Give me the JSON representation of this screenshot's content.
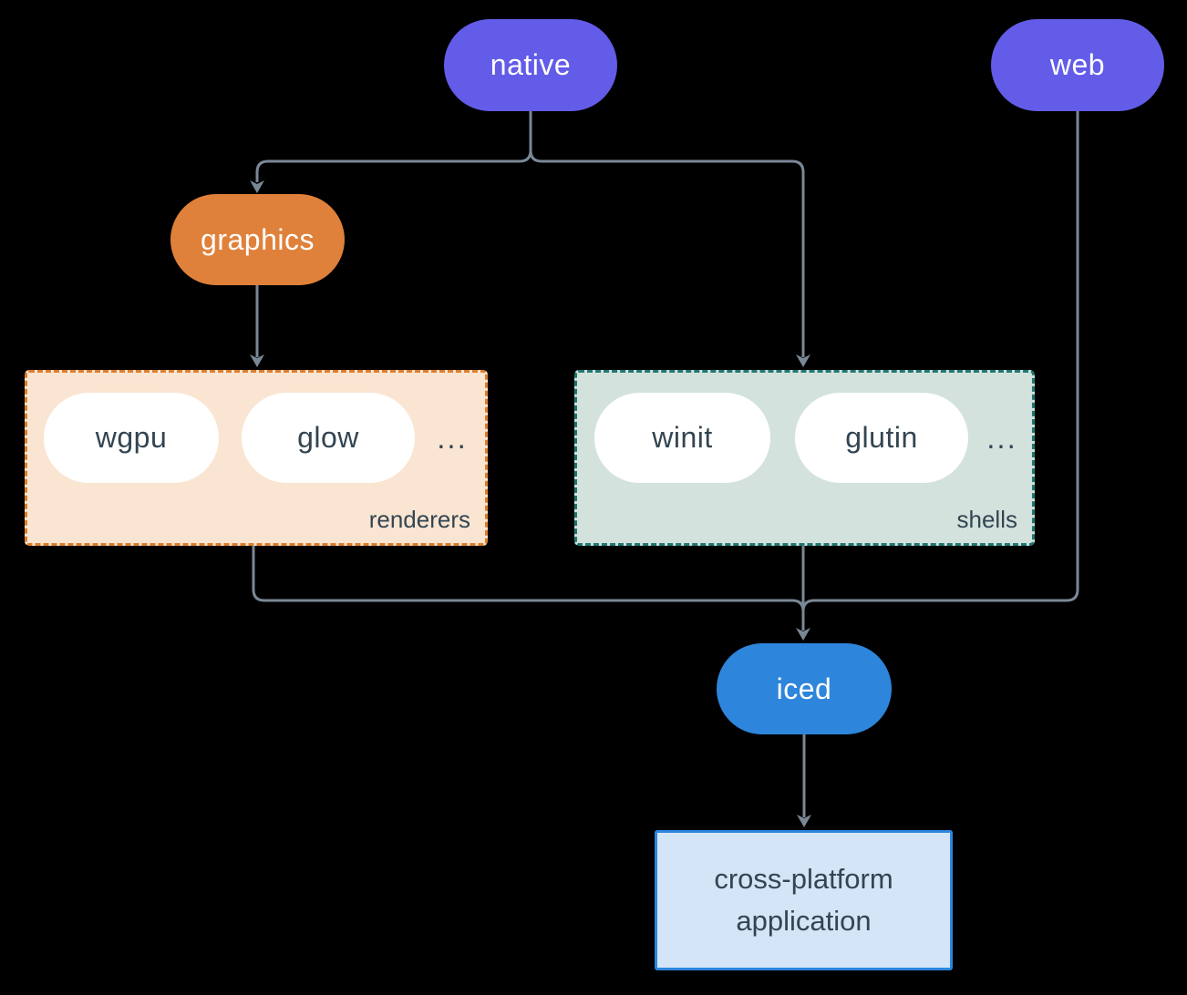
{
  "colors": {
    "canvas_bg": "#000000",
    "purple": "#635CE8",
    "orange": "#E0813B",
    "blue": "#2D85DC",
    "blue_light_fill": "#D4E5F7",
    "peach_fill": "#FAE5D2",
    "peach_border": "#DD7E2B",
    "sage_fill": "#D3E2DC",
    "teal_border": "#1F7872",
    "line": "#7A8896",
    "text_dark": "#334552"
  },
  "nodes": {
    "native": "native",
    "web": "web",
    "graphics": "graphics",
    "iced": "iced",
    "app": "cross-platform application"
  },
  "groups": {
    "renderers": {
      "label": "renderers",
      "items": [
        "wgpu",
        "glow"
      ],
      "ellipsis": "..."
    },
    "shells": {
      "label": "shells",
      "items": [
        "winit",
        "glutin"
      ],
      "ellipsis": "..."
    }
  },
  "edges": [
    {
      "from": "native",
      "to": "graphics"
    },
    {
      "from": "native",
      "to": "shells"
    },
    {
      "from": "graphics",
      "to": "renderers"
    },
    {
      "from": "renderers",
      "to": "iced"
    },
    {
      "from": "shells",
      "to": "iced"
    },
    {
      "from": "web",
      "to": "iced"
    },
    {
      "from": "iced",
      "to": "cross-platform-application"
    }
  ]
}
